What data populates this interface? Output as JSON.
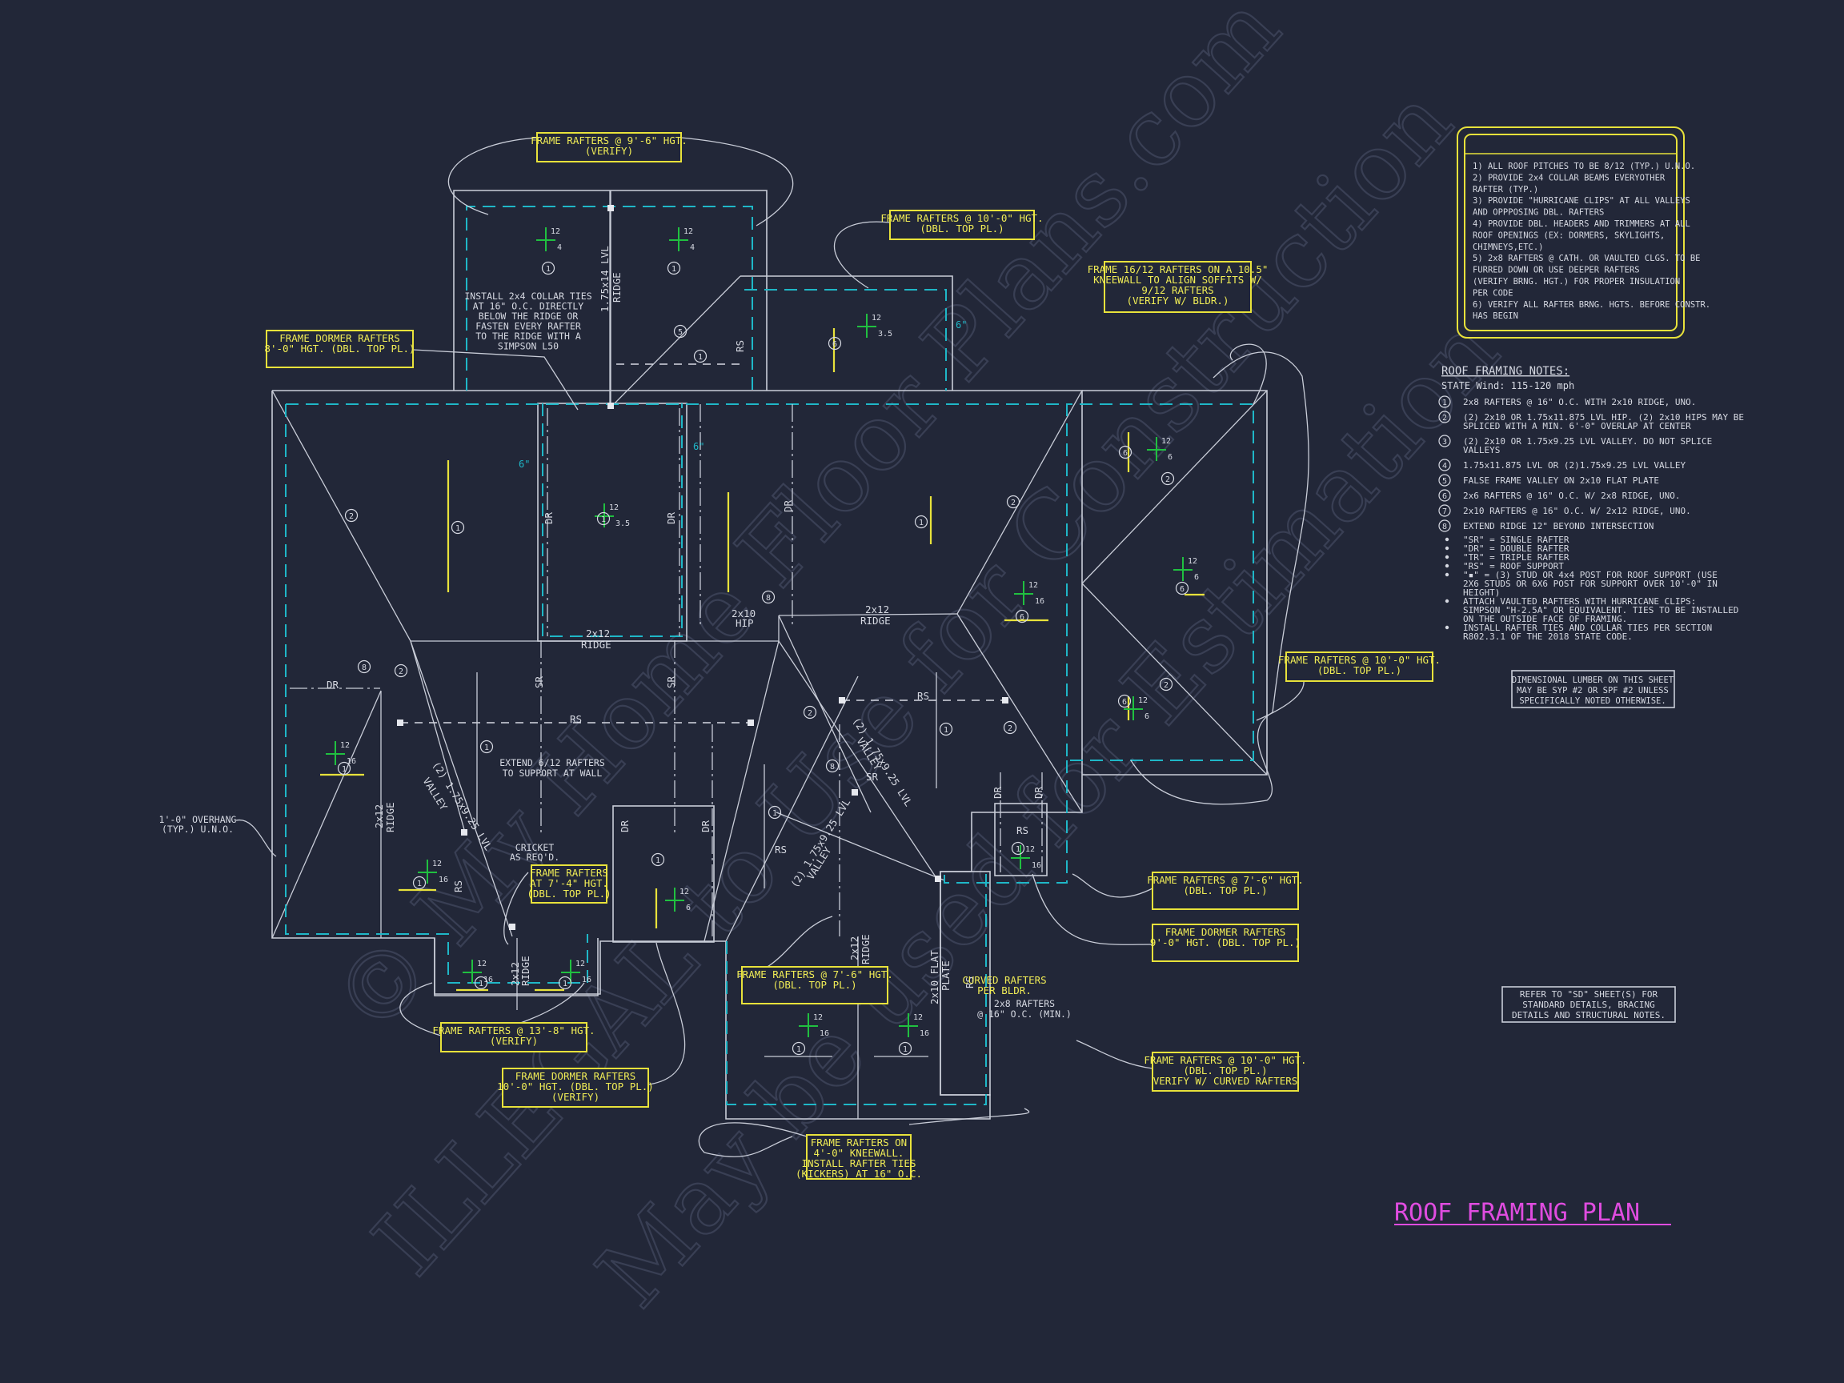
{
  "watermark": {
    "line1": "© My Home Floor Plans.com",
    "line2": "ILLEGAL to Use for Construction",
    "line3": "May be used for Estimation"
  },
  "title": "ROOF FRAMING PLAN",
  "colors": {
    "background": "#222738",
    "linework": "#c9cdd8",
    "dashed": "#1fb7c7",
    "callout": "#e8e23b",
    "pitch": "#20c040",
    "title": "#e04ce0"
  },
  "general_notes": [
    "1) ALL ROOF PITCHES TO BE 8/12 (TYP.) U.N.O.",
    "2) PROVIDE 2x4 COLLAR BEAMS EVERYOTHER",
    "   RAFTER (TYP.)",
    "3) PROVIDE \"HURRICANE CLIPS\" AT ALL VALLEYS",
    "   AND OPPPOSING DBL. RAFTERS",
    "4) PROVIDE DBL. HEADERS AND TRIMMERS AT ALL",
    "   ROOF OPENINGS (EX: DORMERS, SKYLIGHTS,",
    "   CHIMNEYS,ETC.)",
    "5) 2x8 RAFTERS @ CATH. OR VAULTED CLGS. TO BE",
    "   FURRED DOWN OR USE DEEPER RAFTERS",
    "   (VERIFY BRNG. HGT.) FOR PROPER INSULATION",
    "   PER CODE",
    "6) VERIFY ALL RAFTER BRNG. HGTS. BEFORE CONSTR.",
    "   HAS BEGIN"
  ],
  "framing_notes": {
    "heading": "ROOF FRAMING NOTES:",
    "wind": "STATE Wind: 115-120 mph",
    "items": [
      {
        "n": "1",
        "text": "2x8 RAFTERS @ 16\" O.C. WITH 2x10 RIDGE, UNO."
      },
      {
        "n": "2",
        "text": "(2) 2x10 OR 1.75x11.875 LVL HIP. (2) 2x10 HIPS MAY BE",
        "text2": "SPLICED WITH A MIN. 6'-0\" OVERLAP AT CENTER"
      },
      {
        "n": "3",
        "text": "(2) 2x10 OR 1.75x9.25 LVL VALLEY. DO NOT SPLICE",
        "text2": "VALLEYS"
      },
      {
        "n": "4",
        "text": "1.75x11.875 LVL OR (2)1.75x9.25 LVL VALLEY"
      },
      {
        "n": "5",
        "text": "FALSE FRAME VALLEY ON 2x10 FLAT PLATE"
      },
      {
        "n": "6",
        "text": "2x6 RAFTERS @ 16\" O.C. W/ 2x8 RIDGE, UNO."
      },
      {
        "n": "7",
        "text": "2x10 RAFTERS @ 16\" O.C. W/ 2x12 RIDGE, UNO."
      },
      {
        "n": "8",
        "text": "EXTEND RIDGE 12\" BEYOND INTERSECTION"
      }
    ],
    "bullets": [
      "\"SR\"  = SINGLE RAFTER",
      "\"DR\"  = DOUBLE RAFTER",
      "\"TR\"  = TRIPLE RAFTER",
      "\"RS\"  = ROOF SUPPORT",
      "\"▪\" = (3) STUD OR 4x4 POST FOR ROOF SUPPORT (USE|2X6 STUDS OR 6X6 POST FOR SUPPORT OVER 10'-0\" IN|HEIGHT)",
      "ATTACH VAULTED RAFTERS WITH HURRICANE CLIPS:|SIMPSON \"H-2.5A\" OR EQUIVALENT. TIES TO BE INSTALLED|ON THE OUTSIDE FACE OF FRAMING.",
      "INSTALL RAFTER TIES AND COLLAR TIES PER SECTION|R802.3.1 OF THE 2018 STATE CODE."
    ]
  },
  "lumber_note": [
    "DIMENSIONAL LUMBER ON THIS SHEET",
    "MAY BE SYP #2 OR SPF #2 UNLESS",
    "SPECIFICALLY NOTED OTHERWISE."
  ],
  "sd_note": [
    "REFER TO \"SD\" SHEET(S) FOR",
    "STANDARD DETAILS, BRACING",
    "DETAILS AND STRUCTURAL NOTES."
  ],
  "callouts": {
    "c1": [
      "FRAME RAFTERS @ 9'-6\" HGT.",
      "(VERIFY)"
    ],
    "c2": [
      "FRAME RAFTERS @ 10'-0\" HGT.",
      "(DBL. TOP PL.)"
    ],
    "c3": [
      "FRAME 16/12 RAFTERS ON A 10.5\"",
      "KNEEWALL TO ALIGN SOFFITS W/",
      "9/12 RAFTERS",
      "(VERIFY W/ BLDR.)"
    ],
    "c4": [
      "FRAME DORMER RAFTERS",
      "8'-0\" HGT. (DBL. TOP PL.)"
    ],
    "c5": [
      "FRAME RAFTERS @ 10'-0\" HGT.",
      "(DBL. TOP PL.)"
    ],
    "c6": [
      "FRAME RAFTERS",
      "AT 7'-4\" HGT.",
      "(DBL. TOP PL.)"
    ],
    "c7": [
      "FRAME RAFTERS @ 7'-6\" HGT.",
      "(DBL. TOP PL.)"
    ],
    "c8": [
      "FRAME DORMER RAFTERS",
      "9'-0\" HGT. (DBL. TOP PL.)"
    ],
    "c9": [
      "FRAME RAFTERS @ 7'-6\" HGT.",
      "(DBL. TOP PL.)"
    ],
    "c10": [
      "FRAME RAFTERS @ 13'-8\" HGT.",
      "(VERIFY)"
    ],
    "c11": [
      "FRAME DORMER RAFTERS",
      "10'-0\" HGT. (DBL. TOP PL.)",
      "(VERIFY)"
    ],
    "c12": [
      "FRAME RAFTERS @ 10'-0\" HGT.",
      "(DBL. TOP PL.)",
      "VERIFY W/ CURVED RAFTERS"
    ],
    "c13": [
      "FRAME RAFTERS ON",
      "4'-0\" KNEEWALL.",
      "INSTALL RAFTER TIES",
      "(KICKERS) AT 16\" O.C."
    ],
    "c14": [
      "CURVED RAFTERS",
      "PER BLDR."
    ]
  },
  "plan_notes": {
    "collar": [
      "INSTALL 2x4 COLLAR TIES",
      "AT 16\" O.C. DIRECTLY",
      "BELOW THE RIDGE OR",
      "FASTEN EVERY RAFTER",
      "TO THE RIDGE WITH A",
      "SIMPSON L50"
    ],
    "extend": [
      "EXTEND 6/12 RAFTERS",
      "TO SUPPORT AT WALL"
    ],
    "cricket": [
      "CRICKET",
      "AS REQ'D."
    ],
    "overhang": [
      "1'-0\" OVERHANG",
      "(TYP.) U.N.O."
    ],
    "curved_sub": [
      "2x8 RAFTERS",
      "@ 16\" O.C. (MIN.)"
    ],
    "lvl_ridge": "1.75x14 LVL",
    "ridge": "RIDGE",
    "ridge_2x12": "2x12",
    "hip_2x10": "2x10",
    "hip": "HIP",
    "flat_plate": "2x10 FLAT",
    "plate": "PLATE",
    "valley_a": "(2) 1.75x9.25 LVL",
    "valley": "VALLEY",
    "rs": "RS",
    "dr": "DR",
    "sr": "SR",
    "cyan_6": "6\""
  },
  "pitch_marks": [
    {
      "rise": "12",
      "run": "4"
    },
    {
      "rise": "12",
      "run": "4"
    },
    {
      "rise": "12",
      "run": "3.5"
    },
    {
      "rise": "12",
      "run": "3.5"
    },
    {
      "rise": "12",
      "run": "6"
    },
    {
      "rise": "12",
      "run": "6"
    },
    {
      "rise": "12",
      "run": "16"
    },
    {
      "rise": "12",
      "run": "16"
    },
    {
      "rise": "12",
      "run": "16"
    },
    {
      "rise": "12",
      "run": "6"
    },
    {
      "rise": "12",
      "run": "6"
    },
    {
      "rise": "12",
      "run": "16"
    },
    {
      "rise": "12",
      "run": "16"
    },
    {
      "rise": "12",
      "run": "16"
    },
    {
      "rise": "12",
      "run": "16"
    },
    {
      "rise": "12",
      "run": "16"
    }
  ],
  "note_refs": [
    "1",
    "2",
    "3",
    "4",
    "5",
    "6",
    "7",
    "8"
  ]
}
